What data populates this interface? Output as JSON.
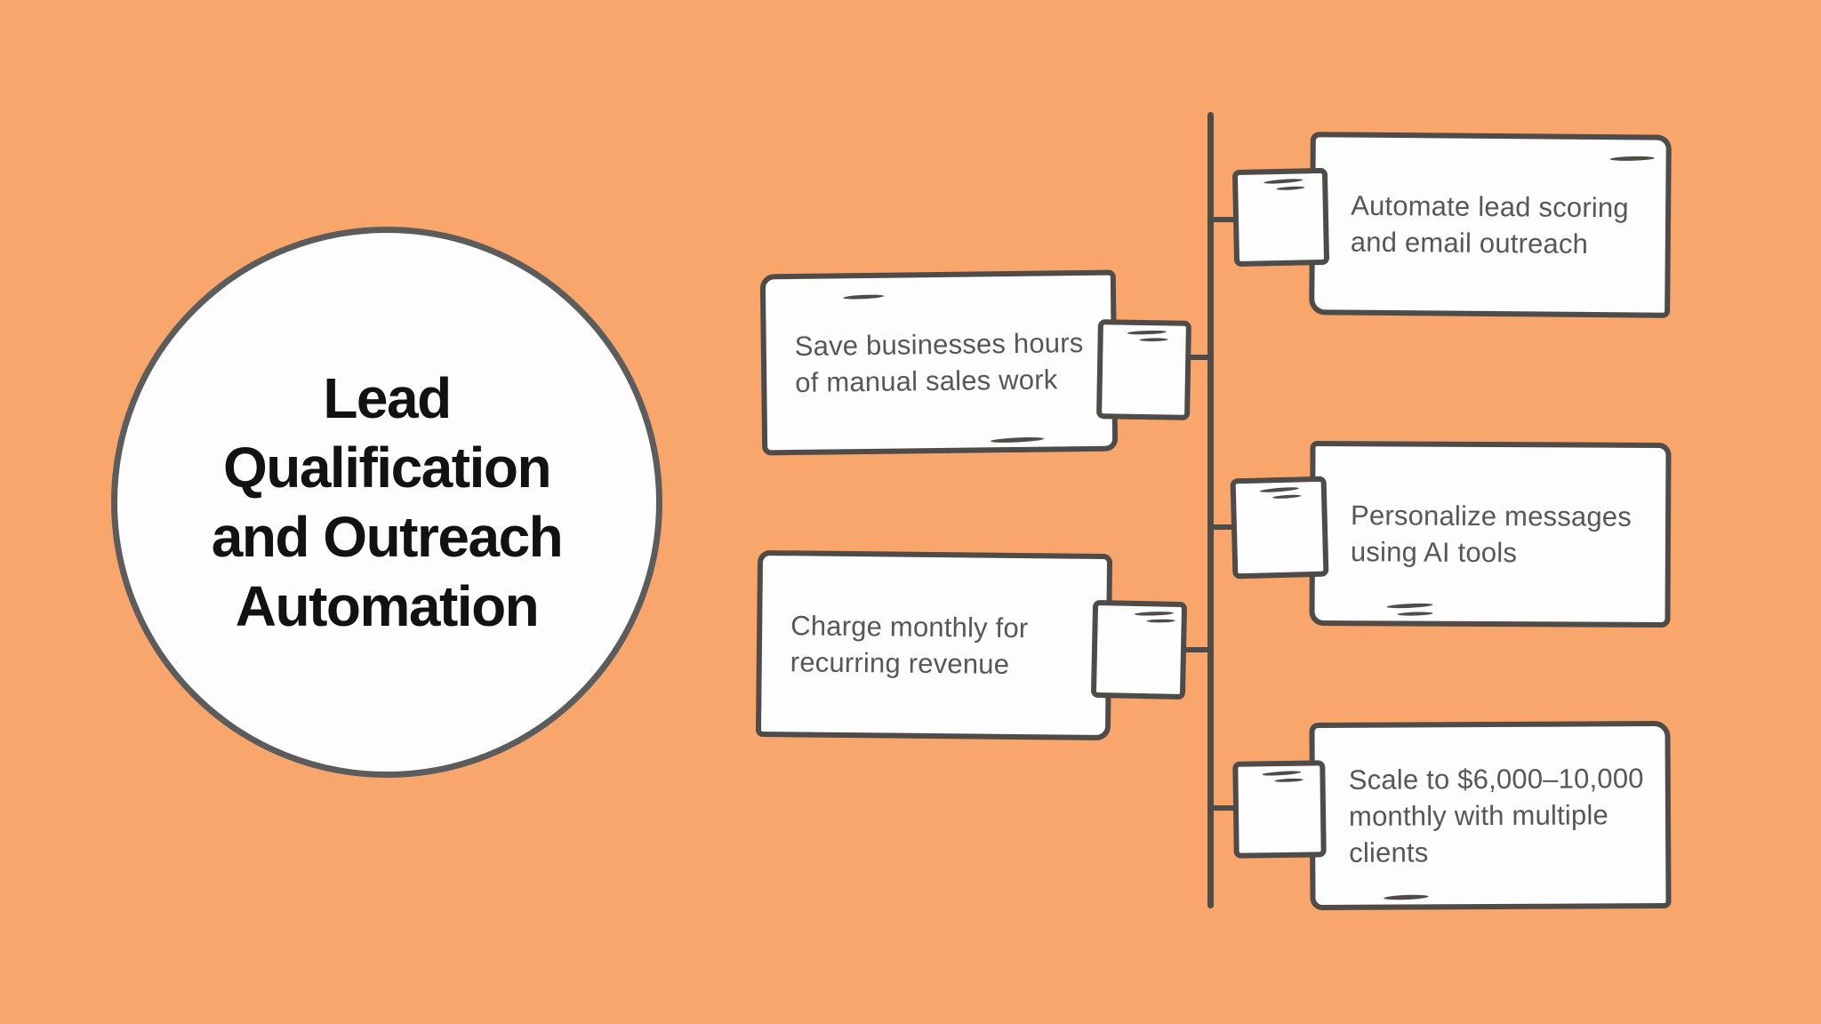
{
  "colors": {
    "background": "#F9A66C",
    "stroke": "#4E4B48",
    "node_fill": "#FDFDFD",
    "box_text": "#56575B",
    "title_text": "#121212"
  },
  "central_topic": {
    "title": "Lead Qualification and Outreach Automation",
    "lines": [
      "Lead",
      "Qualification",
      "and Outreach",
      "Automation"
    ]
  },
  "branches": [
    {
      "id": "automate",
      "side": "right",
      "label": "Automate lead scoring and email outreach",
      "lines": [
        "Automate lead scoring",
        "and email outreach"
      ]
    },
    {
      "id": "save",
      "side": "left",
      "label": "Save businesses hours of manual sales work",
      "lines": [
        "Save businesses hours",
        "of manual sales work"
      ]
    },
    {
      "id": "personalize",
      "side": "right",
      "label": "Personalize messages using AI tools",
      "lines": [
        "Personalize messages",
        "using AI tools"
      ]
    },
    {
      "id": "charge",
      "side": "left",
      "label": "Charge monthly for recurring revenue",
      "lines": [
        "Charge monthly for",
        "recurring revenue"
      ]
    },
    {
      "id": "scale",
      "side": "right",
      "label": "Scale to $6,000–10,000 monthly with multiple clients",
      "lines": [
        "Scale to $6,000–10,000",
        "monthly with multiple",
        "clients"
      ]
    }
  ]
}
